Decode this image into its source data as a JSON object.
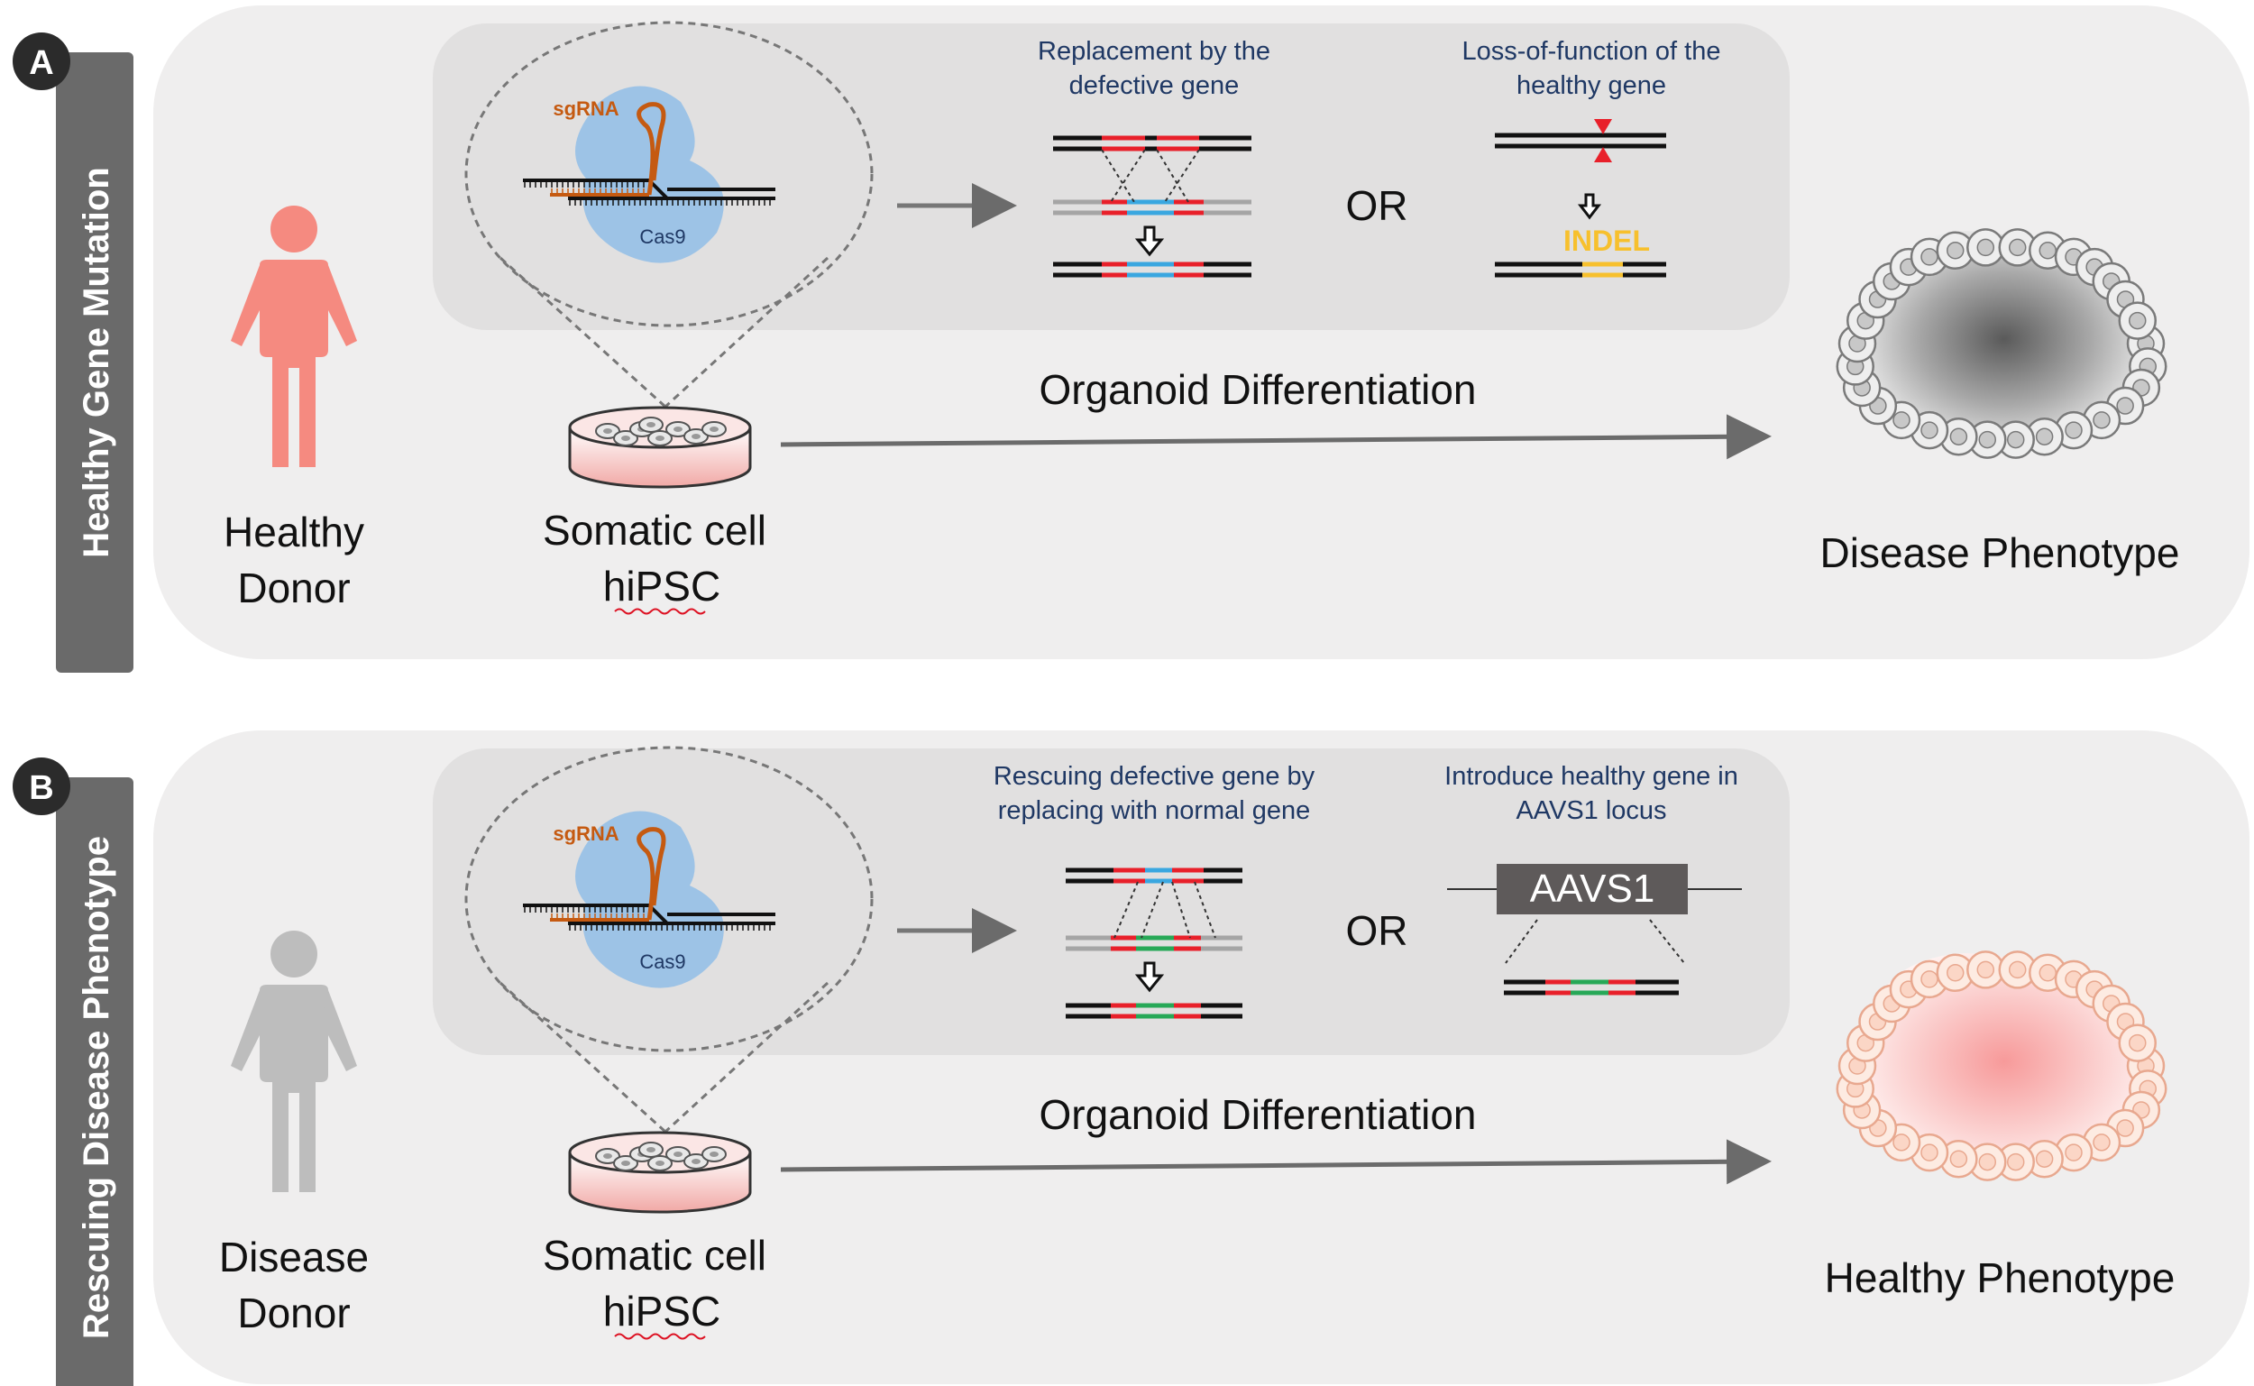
{
  "colors": {
    "panel_bg": "#efeeee",
    "inner_box": "#e1e0e0",
    "side_bar": "#6a6a6a",
    "healthy_person": "#f58a80",
    "disease_person": "#bdbdbd",
    "cas9": "#9dc3e6",
    "sgrna": "#c55a11",
    "dna_red": "#e8202a",
    "dna_blue": "#3aa7e0",
    "dna_green": "#27a857",
    "indel": "#f7c02d",
    "gray_strand": "#a5a5a5",
    "label_navy": "#1f3864",
    "aavs1_box": "#5e5a5a"
  },
  "panels": [
    {
      "badge": "A",
      "side_label": "Healthy Gene Mutation",
      "donor_line1": "Healthy",
      "donor_line2": "Donor",
      "person_icon": "healthy-person-icon",
      "sgrna_label": "sgRNA",
      "cas9_label": "Cas9",
      "cell_line1": "Somatic cell",
      "cell_line2": "hiPSC",
      "strategy1_line1": "Replacement by the",
      "strategy1_line2": "defective gene",
      "or_label": "OR",
      "strategy2_line1": "Loss-of-function of the",
      "strategy2_line2": "healthy gene",
      "indel_label": "INDEL",
      "differentiation_label": "Organoid Differentiation",
      "phenotype_label": "Disease Phenotype"
    },
    {
      "badge": "B",
      "side_label": "Rescuing Disease Phenotype",
      "donor_line1": "Disease",
      "donor_line2": "Donor",
      "person_icon": "disease-person-icon",
      "sgrna_label": "sgRNA",
      "cas9_label": "Cas9",
      "cell_line1": "Somatic cell",
      "cell_line2": "hiPSC",
      "strategy1_line1": "Rescuing defective gene by",
      "strategy1_line2": "replacing with normal gene",
      "or_label": "OR",
      "strategy2_line1": "Introduce healthy gene in",
      "strategy2_line2": "AAVS1 locus",
      "aavs1_label": "AAVS1",
      "differentiation_label": "Organoid Differentiation",
      "phenotype_label": "Healthy Phenotype"
    }
  ]
}
